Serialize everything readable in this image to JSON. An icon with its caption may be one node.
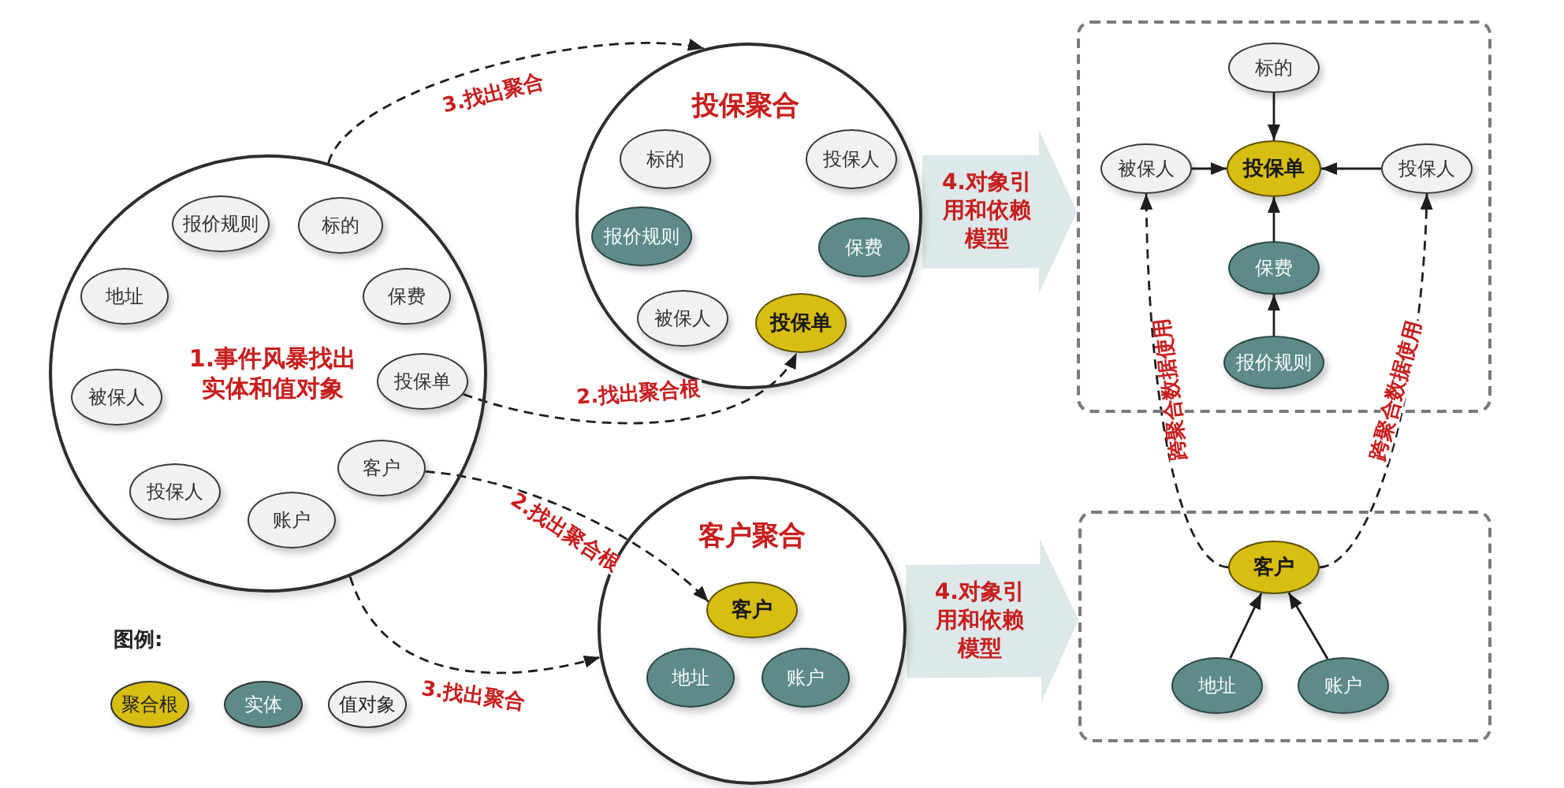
{
  "diagram": {
    "nodes": [
      {
        "text": [
          "1.事件风暴找出实体和值对象"
        ]
      },
      {
        "text": [
          "报价规则"
        ],
        "in": 0
      },
      {
        "text": [
          "标的"
        ],
        "in": 0
      },
      {
        "text": [
          "地址"
        ],
        "in": 0
      },
      {
        "text": [
          "保费"
        ],
        "in": 0
      },
      {
        "text": [
          "投保单"
        ],
        "in": 0
      },
      {
        "text": [
          "被保人"
        ],
        "in": 0
      },
      {
        "text": [
          "客户"
        ],
        "in": 0
      },
      {
        "text": [
          "投保人"
        ],
        "in": 0
      },
      {
        "text": [
          "账户"
        ],
        "in": 0
      },
      {
        "text": [
          "投保聚合"
        ]
      },
      {
        "text": [
          "标的"
        ],
        "in": 10
      },
      {
        "text": [
          "投保人"
        ],
        "in": 10
      },
      {
        "text": [
          "报价规则"
        ],
        "in": 10
      },
      {
        "text": [
          "保费"
        ],
        "in": 10
      },
      {
        "text": [
          "被保人"
        ],
        "in": 10
      },
      {
        "text": [
          "投保单"
        ],
        "in": 10
      },
      {
        "text": [],
        "shape": "box"
      },
      {
        "text": [
          "标的"
        ],
        "in": 17
      },
      {
        "text": [
          "被保人"
        ],
        "in": 17
      },
      {
        "text": [
          "投保单"
        ],
        "in": 17
      },
      {
        "text": [
          "投保人"
        ],
        "in": 17
      },
      {
        "text": [
          "保费"
        ],
        "in": 17
      },
      {
        "text": [
          "报价规则"
        ],
        "in": 17
      },
      {
        "text": [
          "客户聚合"
        ]
      },
      {
        "text": [
          "客户"
        ],
        "in": 24
      },
      {
        "text": [
          "地址"
        ],
        "in": 24
      },
      {
        "text": [
          "账户"
        ],
        "in": 24
      },
      {
        "text": [],
        "shape": "box"
      },
      {
        "text": [
          "客户"
        ],
        "in": 28
      },
      {
        "text": [
          "地址"
        ],
        "in": 28
      },
      {
        "text": [
          "账户"
        ],
        "in": 28
      }
    ],
    "edges": [
      {
        "from": 0,
        "to": 10,
        "arrow": "to",
        "label": "3.找出聚合",
        "style": "dashed"
      },
      {
        "from": 5,
        "to": 16,
        "arrow": "to",
        "label": "2.找出聚合根",
        "style": "dashed"
      },
      {
        "from": 7,
        "to": 25,
        "arrow": "to",
        "label": "2.找出聚合根",
        "style": "dashed"
      },
      {
        "from": 0,
        "to": 24,
        "arrow": "to",
        "label": "3.找出聚合",
        "style": "dashed"
      },
      {
        "from": 10,
        "to": 17,
        "arrow": "to",
        "label": "4.对象引用和依赖模型",
        "style": "thick",
        "color": "#dce8e9"
      },
      {
        "from": 24,
        "to": 28,
        "arrow": "to",
        "label": "4.对象引用和依赖模型",
        "style": "thick",
        "color": "#dce8e9"
      },
      {
        "from": 18,
        "to": 20,
        "arrow": "to"
      },
      {
        "from": 19,
        "to": 20,
        "arrow": "to"
      },
      {
        "from": 21,
        "to": 20,
        "arrow": "to"
      },
      {
        "from": 22,
        "to": 20,
        "arrow": "to"
      },
      {
        "from": 23,
        "to": 22,
        "arrow": "to"
      },
      {
        "from": 30,
        "to": 29,
        "arrow": "to"
      },
      {
        "from": 31,
        "to": 29,
        "arrow": "to"
      },
      {
        "from": 29,
        "to": 19,
        "arrow": "to",
        "label": "跨聚合数据使用",
        "style": "dashed"
      },
      {
        "from": 29,
        "to": 21,
        "arrow": "to",
        "label": "跨聚合数据使用",
        "style": "dashed"
      }
    ],
    "labels": [
      "图例:"
    ],
    "legend": [
      {
        "text": "聚合根",
        "color": "#d8bd12"
      },
      {
        "text": "实体",
        "color": "#5e8a8a"
      },
      {
        "text": "值对象",
        "color": "#f1f1f1"
      }
    ]
  }
}
